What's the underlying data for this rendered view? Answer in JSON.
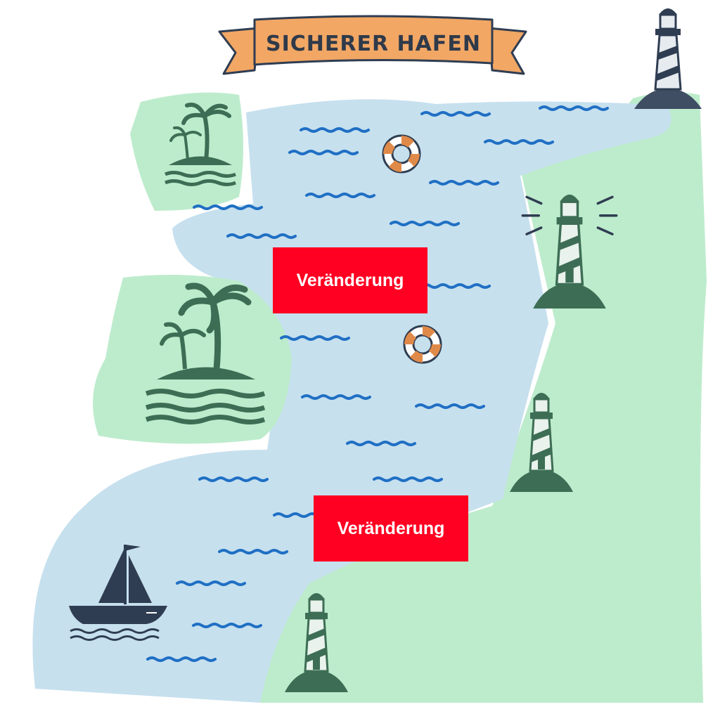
{
  "banner": {
    "title": "SICHERER HAFEN"
  },
  "labels": [
    {
      "text": "Veränderung"
    },
    {
      "text": "Veränderung"
    }
  ],
  "colors": {
    "water": "#c6e0ee",
    "land": "#bdeccc",
    "wave": "#1f6fc4",
    "foliage": "#3d6e55",
    "label": "#ff0022",
    "banner": "#f2a764",
    "navy": "#2f3d52"
  },
  "icons": [
    "palm-island-icon",
    "lighthouse-icon",
    "life-ring-icon",
    "sailboat-icon",
    "wave-icon"
  ]
}
